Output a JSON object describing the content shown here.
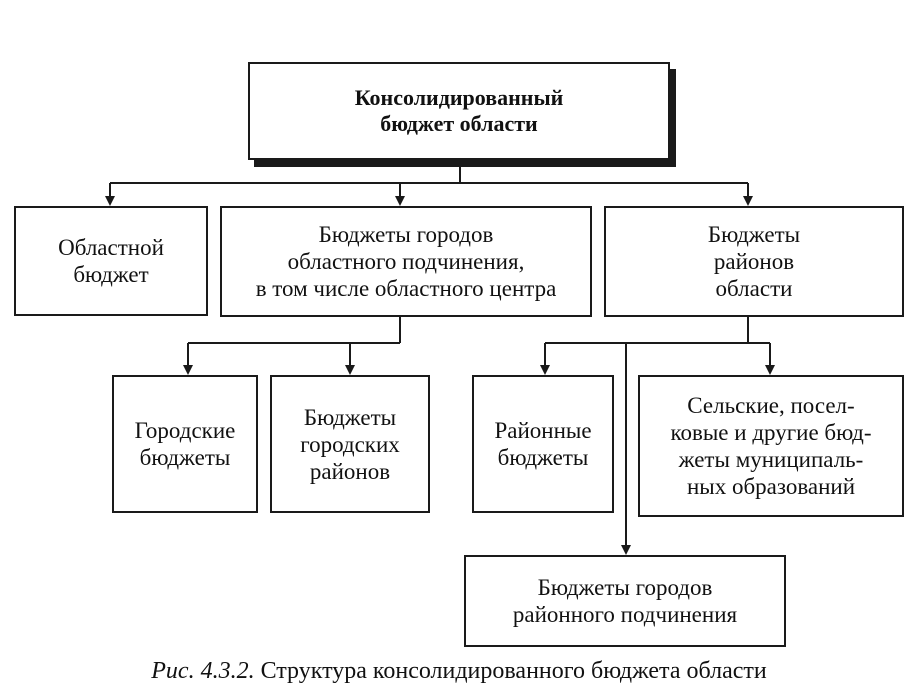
{
  "root": {
    "label": "Консолидированный\nбюджет области"
  },
  "level1": {
    "oblast": "Областной\nбюджет",
    "cities": "Бюджеты городов\nобластного подчинения,\nв том числе областного центра",
    "districts": "Бюджеты\nрайонов\nобласти"
  },
  "level2": {
    "city_budgets": "Городские\nбюджеты",
    "city_district_budgets": "Бюджеты\nгородских\nрайонов",
    "district_budgets": "Районные\nбюджеты",
    "municipal_budgets": "Сельские, посел-\nковые и другие бюд-\nжеты муниципаль-\nных образований"
  },
  "level3": {
    "district_city_budgets": "Бюджеты городов\nрайонного подчинения"
  },
  "caption": {
    "number": "Рис. 4.3.2.",
    "text": " Структура консолидированного бюджета области"
  }
}
